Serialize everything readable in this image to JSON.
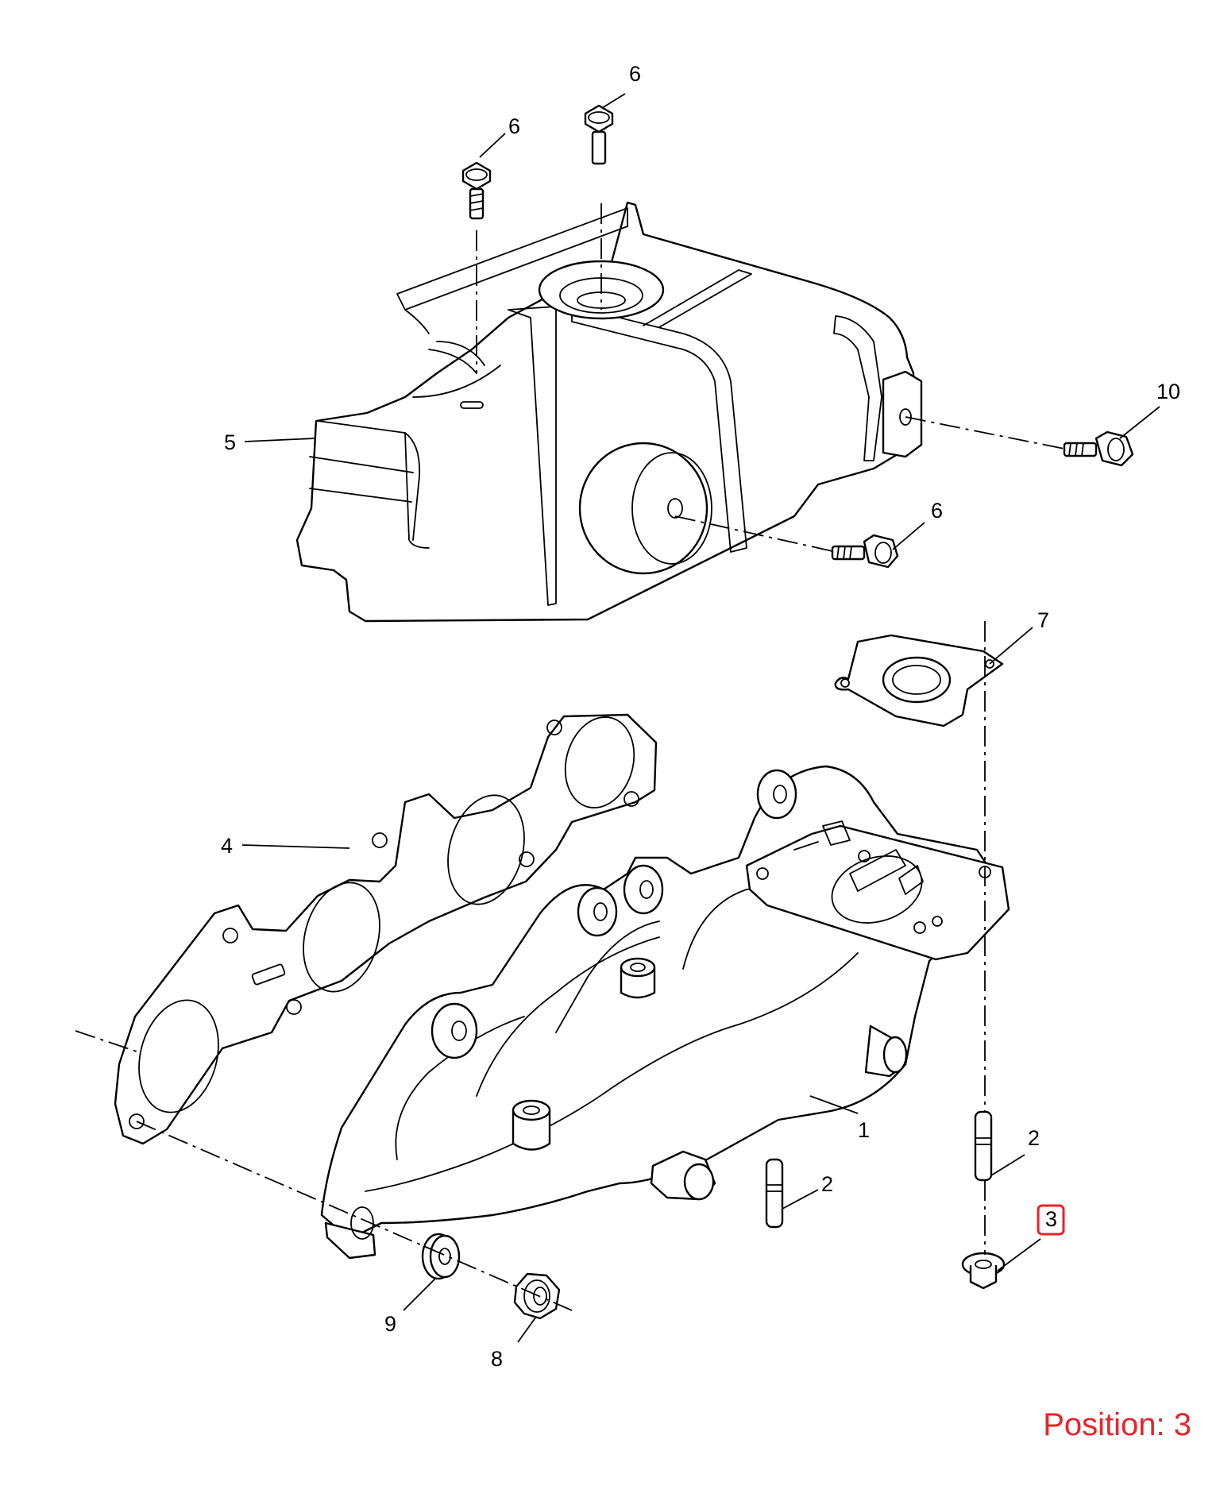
{
  "diagram": {
    "callouts": {
      "c1": "1",
      "c2a": "2",
      "c2b": "2",
      "c3": "3",
      "c4": "4",
      "c5": "5",
      "c6a": "6",
      "c6b": "6",
      "c6c": "6",
      "c7": "7",
      "c8": "8",
      "c9": "9",
      "c10": "10"
    },
    "highlighted_callout": "3",
    "highlight_color": "#e8232a",
    "line_color": "#000000"
  },
  "position": {
    "label": "Position: 3"
  }
}
